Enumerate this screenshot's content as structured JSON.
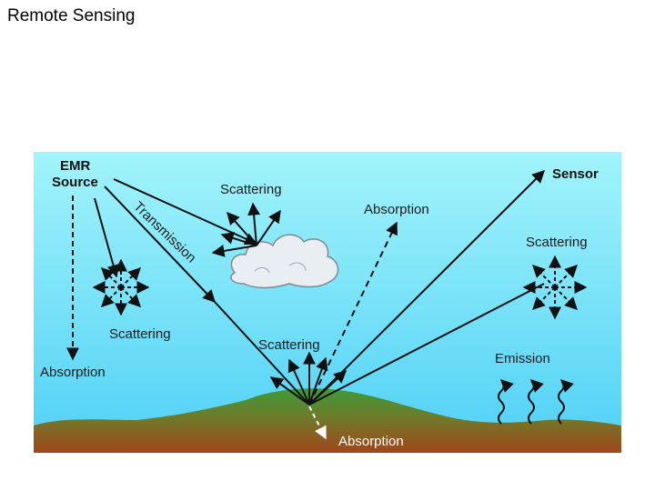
{
  "slide": {
    "title": "Remote Sensing"
  },
  "diagram": {
    "labels": {
      "emr_source_line1": "EMR",
      "emr_source_line2": "Source",
      "sensor": "Sensor",
      "transmission": "Transmission",
      "scattering_cloud": "Scattering",
      "absorption_atmosphere": "Absorption",
      "scattering_right": "Scattering",
      "scattering_left": "Scattering",
      "absorption_left": "Absorption",
      "scattering_ground": "Scattering",
      "emission": "Emission",
      "absorption_ground": "Absorption"
    },
    "colors": {
      "sky_top": "#9ff3fb",
      "sky_bottom": "#55d2f6",
      "ground_green": "#3f9b3a",
      "ground_brown": "#9a4a1c",
      "arrow": "#111111"
    }
  }
}
